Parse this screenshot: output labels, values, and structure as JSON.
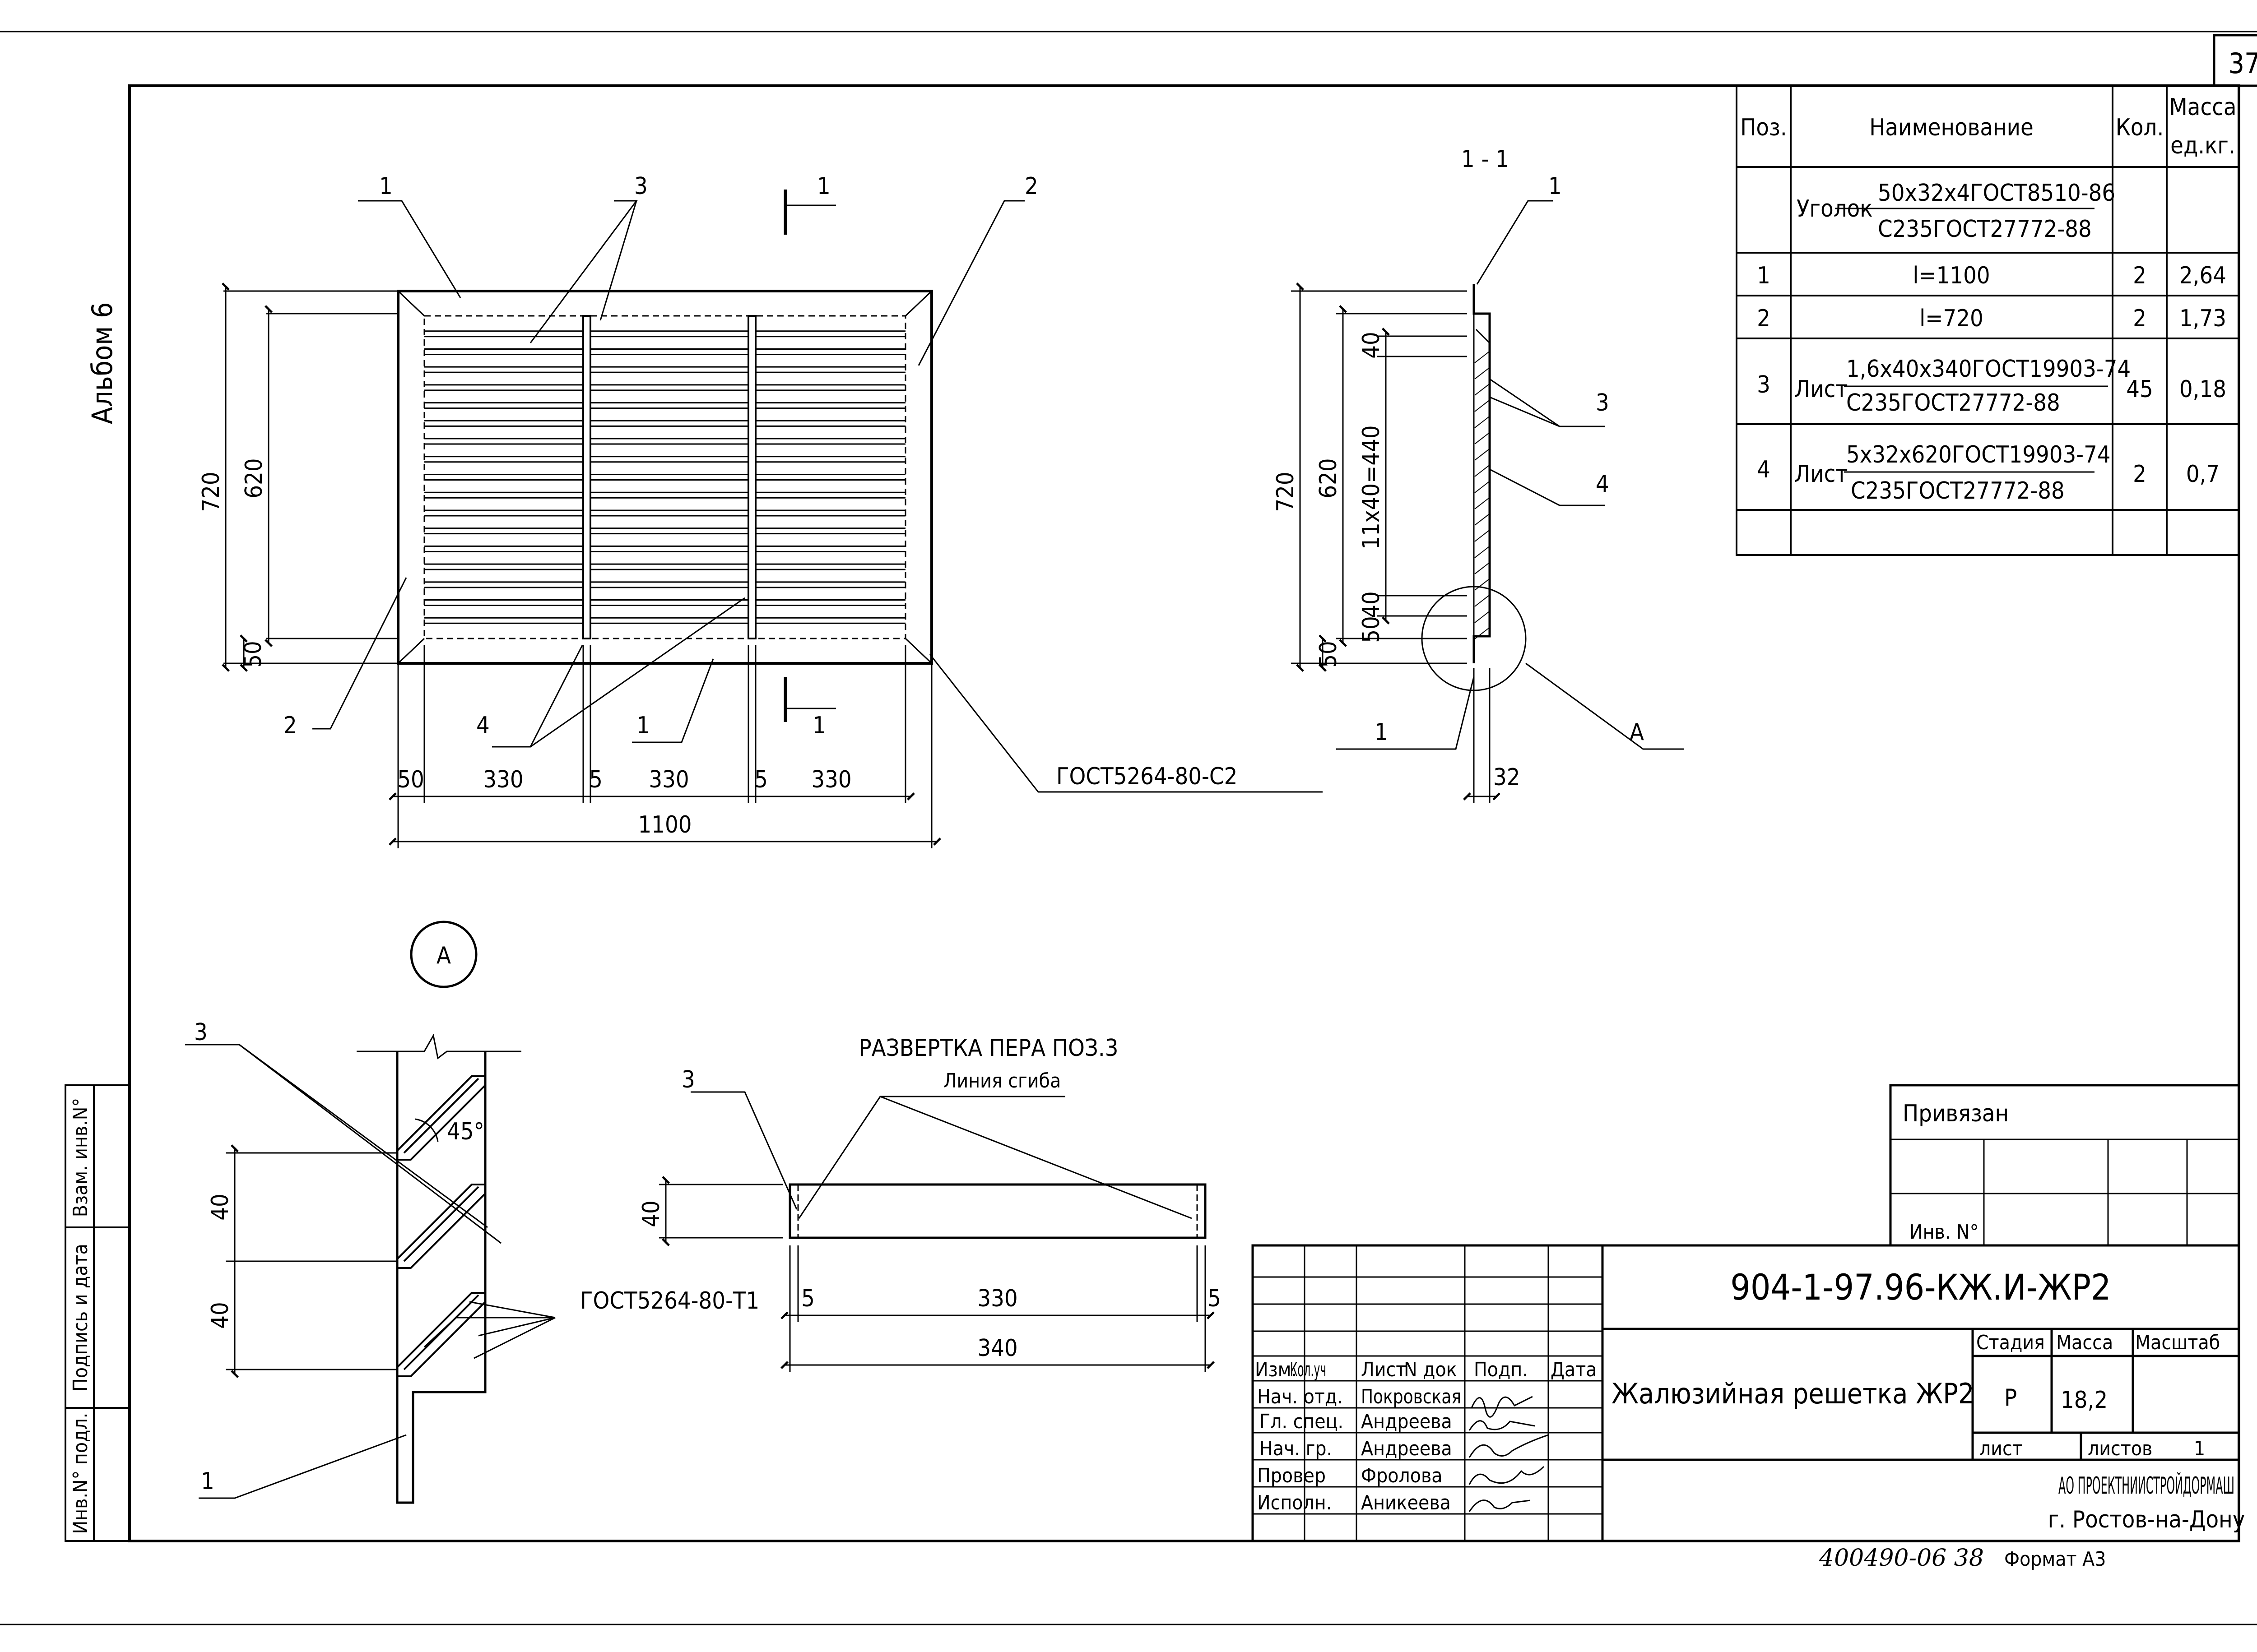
{
  "sheet": {
    "number": "37",
    "album": "Альбом 6",
    "format": "Формат А3",
    "archive_no": "400490-06 38"
  },
  "spec_table": {
    "headers": [
      "Поз.",
      "Наименование",
      "Кол.",
      "Масса ед.кг."
    ],
    "header_mass_1": "Масса",
    "header_mass_2": "ед.кг.",
    "group1": {
      "prefix": "Уголок",
      "num": "50х32х4ГОСТ8510-86",
      "den": "С235ГОСТ27772-88"
    },
    "rows": [
      {
        "pos": "1",
        "name": "l=1100",
        "qty": "2",
        "mass": "2,64"
      },
      {
        "pos": "2",
        "name": "l=720",
        "qty": "2",
        "mass": "1,73"
      },
      {
        "pos": "3",
        "prefix": "Лист",
        "num": "1,6х40х340ГОСТ19903-74",
        "den": "С235ГОСТ27772-88",
        "qty": "45",
        "mass": "0,18"
      },
      {
        "pos": "4",
        "prefix": "Лист",
        "num": "5х32х620ГОСТ19903-74",
        "den": "С235ГОСТ27772-88",
        "qty": "2",
        "mass": "0,7"
      }
    ]
  },
  "front_view": {
    "callouts": [
      "1",
      "3",
      "2",
      "2",
      "4",
      "1"
    ],
    "section_mark": "1",
    "dims": {
      "h720": "720",
      "h620": "620",
      "h50": "50",
      "w50": "50",
      "w330": "330",
      "w5": "5",
      "w1100": "1100"
    },
    "weld": "ГОСТ5264-80-С2"
  },
  "section_view": {
    "title": "1 - 1",
    "callouts": [
      "1",
      "3",
      "4",
      "1",
      "А"
    ],
    "dims": {
      "h720": "720",
      "h620": "620",
      "h440": "11х40=440",
      "h40": "40",
      "h50": "50",
      "w32": "32"
    }
  },
  "detail_a": {
    "label": "А",
    "angle": "45°",
    "callouts": [
      "3",
      "1"
    ],
    "dims": {
      "d40": "40"
    },
    "weld": "ГОСТ5264-80-Т1"
  },
  "unfold": {
    "title": "РАЗВЕРТКА ПЕРА ПОЗ.3",
    "bend_line": "Линия сгиба",
    "callout": "3",
    "dims": {
      "h40": "40",
      "w5": "5",
      "w330": "330",
      "w340": "340"
    }
  },
  "side_stamp": {
    "col1": "Взам. инв.N°",
    "col2": "Подпись и дата",
    "col3": "Инв.N° подл."
  },
  "title_block": {
    "privyazan": "Привязан",
    "inv_no": "Инв. N°",
    "code": "904-1-97.96-КЖ.И-ЖР2",
    "name": "Жалюзийная решетка ЖР2",
    "col_headers": [
      "Изм.",
      "Кол.уч",
      "Лист",
      "N док",
      "Подп.",
      "Дата"
    ],
    "roles": [
      {
        "role": "Нач. отд.",
        "name": "Покровская"
      },
      {
        "role": "Гл. спец.",
        "name": "Андреева"
      },
      {
        "role": "Нач. гр.",
        "name": "Андреева"
      },
      {
        "role": "Провер",
        "name": "Фролова"
      },
      {
        "role": "Исполн.",
        "name": "Аникеева"
      }
    ],
    "stage_label": "Стадия",
    "mass_label": "Масса",
    "scale_label": "Масштаб",
    "stage": "Р",
    "mass": "18,2",
    "sheet_label": "лист",
    "sheets_label": "листов",
    "sheets_count": "1",
    "org1": "АО ПРОЕКТНИИСТРОЙДОРМАШ",
    "org2": "г. Ростов-на-Дону"
  }
}
